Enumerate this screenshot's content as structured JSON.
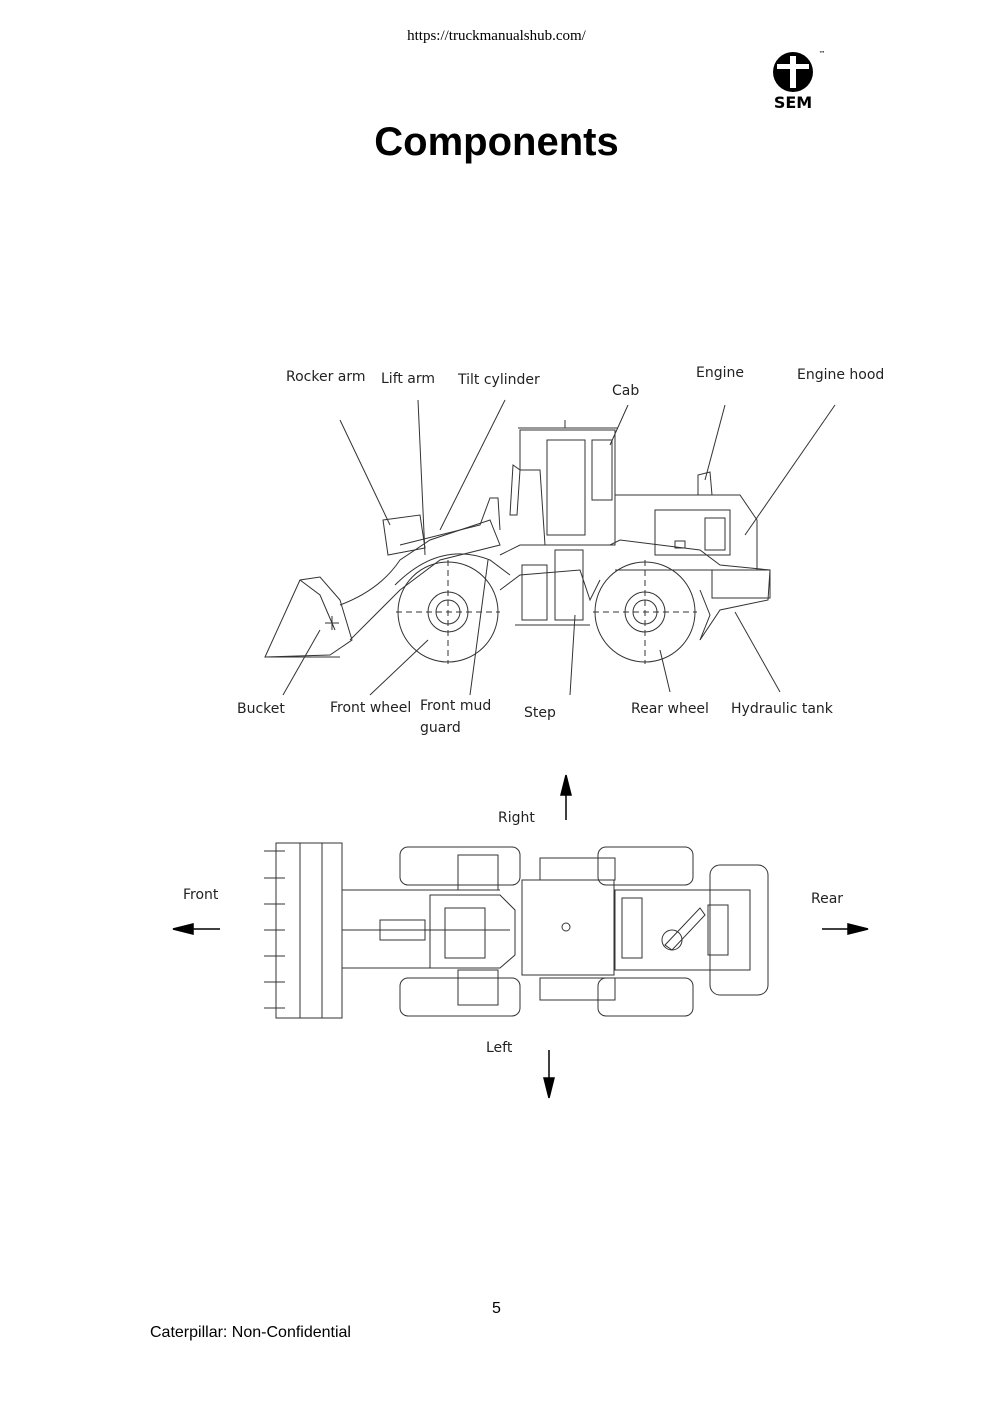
{
  "header": {
    "url": "https://truckmanualshub.com/"
  },
  "logo": {
    "text": "SEM",
    "trademark": "™"
  },
  "title": "Components",
  "side_view": {
    "labels": {
      "rocker_arm": "Rocker arm",
      "lift_arm": "Lift arm",
      "tilt_cylinder": "Tilt cylinder",
      "cab": "Cab",
      "engine": "Engine",
      "engine_hood": "Engine hood",
      "bucket": "Bucket",
      "front_wheel": "Front wheel",
      "front_mud_guard_1": "Front mud",
      "front_mud_guard_2": "guard",
      "step": "Step",
      "rear_wheel": "Rear wheel",
      "hydraulic_tank": "Hydraulic tank"
    }
  },
  "top_view": {
    "labels": {
      "right": "Right",
      "left": "Left",
      "front": "Front",
      "rear": "Rear"
    }
  },
  "footer": {
    "page_number": "5",
    "classification": "Caterpillar: Non-Confidential"
  }
}
